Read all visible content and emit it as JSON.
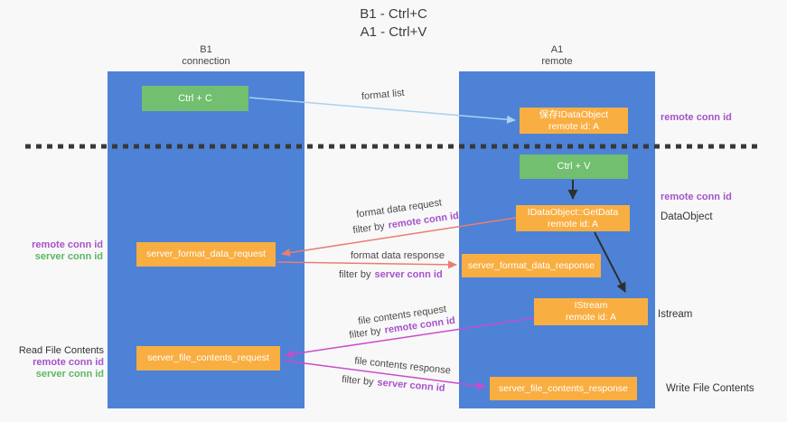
{
  "title": {
    "line1": "B1 - Ctrl+C",
    "line2": "A1 - Ctrl+V"
  },
  "columns": {
    "left": {
      "header_line1": "B1",
      "header_line2": "connection"
    },
    "right": {
      "header_line1": "A1",
      "header_line2": "remote"
    }
  },
  "boxes": {
    "ctrl_c": "Ctrl + C",
    "save_idataobject_line1": "保存IDataObject",
    "save_idataobject_line2": "remote id: A",
    "ctrl_v": "Ctrl + V",
    "getdata_line1": "IDataObject::GetData",
    "getdata_line2": "remote id: A",
    "format_request": "server_format_data_request",
    "format_response": "server_format_data_response",
    "istream_line1": "IStream",
    "istream_line2": "remote id: A",
    "file_request": "server_file_contents_request",
    "file_response": "server_file_contents_response"
  },
  "side_labels": {
    "right_remote_conn_id_top": "remote conn id",
    "right_remote_conn_id_mid": "remote conn id",
    "dataobject": "DataObject",
    "istream": "Istream",
    "write_file_contents": "Write File Contents",
    "left_remote_conn_id_top": "remote conn id",
    "left_server_conn_id_top": "server conn id",
    "read_file_contents": "Read File Contents",
    "left_remote_conn_id_bottom": "remote conn id",
    "left_server_conn_id_bottom": "server conn id"
  },
  "arrow_labels": {
    "format_list": "format list",
    "format_data_request": "format data request",
    "format_data_response": "format data response",
    "file_contents_request": "file contents request",
    "file_contents_response": "file contents response",
    "filter_by": "filter by",
    "remote_conn_id": "remote conn id",
    "server_conn_id": "server conn id"
  },
  "colors": {
    "column_blue": "#4d82d7",
    "box_orange": "#f9ae42",
    "box_green": "#71bf6f",
    "arrow_lightblue": "#a9d2ef",
    "arrow_salmon": "#e97e71",
    "arrow_magenta": "#c94ccb",
    "arrow_black": "#2f2f2f",
    "dashed_line": "#383838",
    "text_purple": "#a553c8",
    "text_green": "#5db761"
  }
}
